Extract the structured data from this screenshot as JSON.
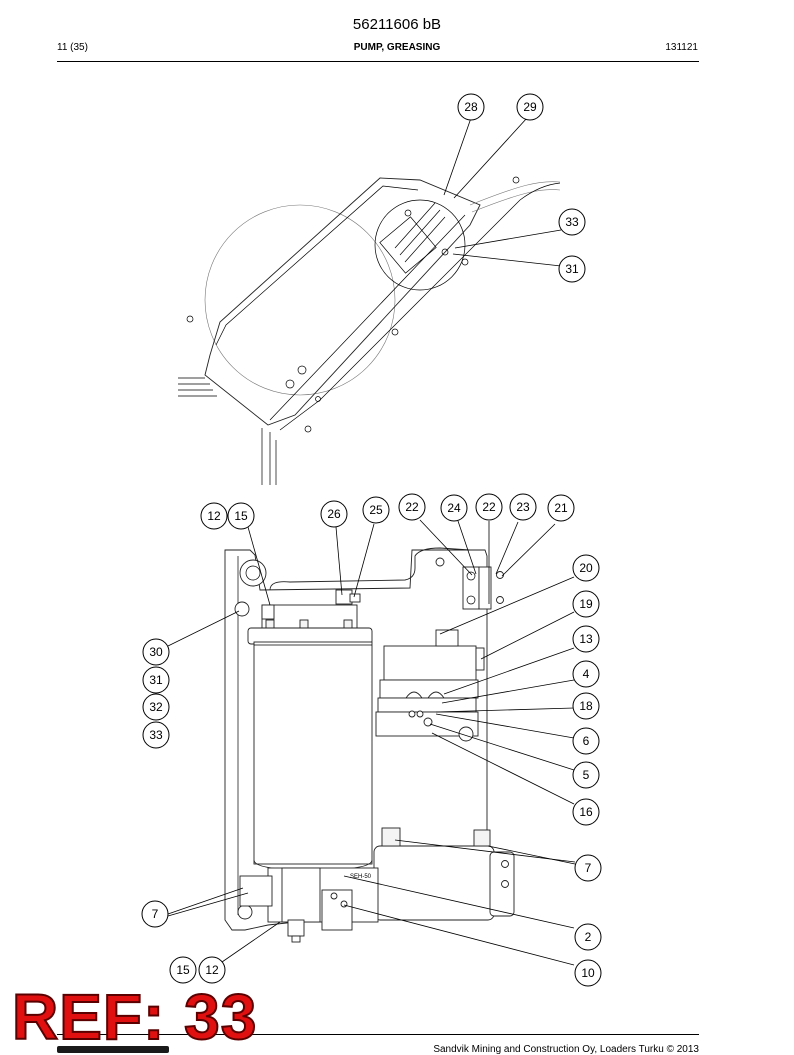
{
  "header": {
    "document_number": "56211606 bB",
    "page": "11 (35)",
    "title": "PUMP, GREASING",
    "date": "131121"
  },
  "footer": {
    "copyright": "Sandvik Mining and Construction Oy, Loaders Turku © 2013"
  },
  "stamp": {
    "ref_label": "REF: 33"
  },
  "drawing": {
    "pump_plate_text": "SEH-50",
    "callouts_top": [
      "28",
      "29",
      "33",
      "31"
    ],
    "callouts_main_top": [
      "12",
      "15",
      "26",
      "25",
      "22",
      "24",
      "22",
      "23",
      "21"
    ],
    "callouts_left": [
      "30",
      "31",
      "32",
      "33",
      "7"
    ],
    "callouts_right": [
      "20",
      "19",
      "13",
      "4",
      "18",
      "6",
      "5",
      "16",
      "7",
      "2",
      "10"
    ],
    "callouts_bottom": [
      "15",
      "12"
    ]
  }
}
